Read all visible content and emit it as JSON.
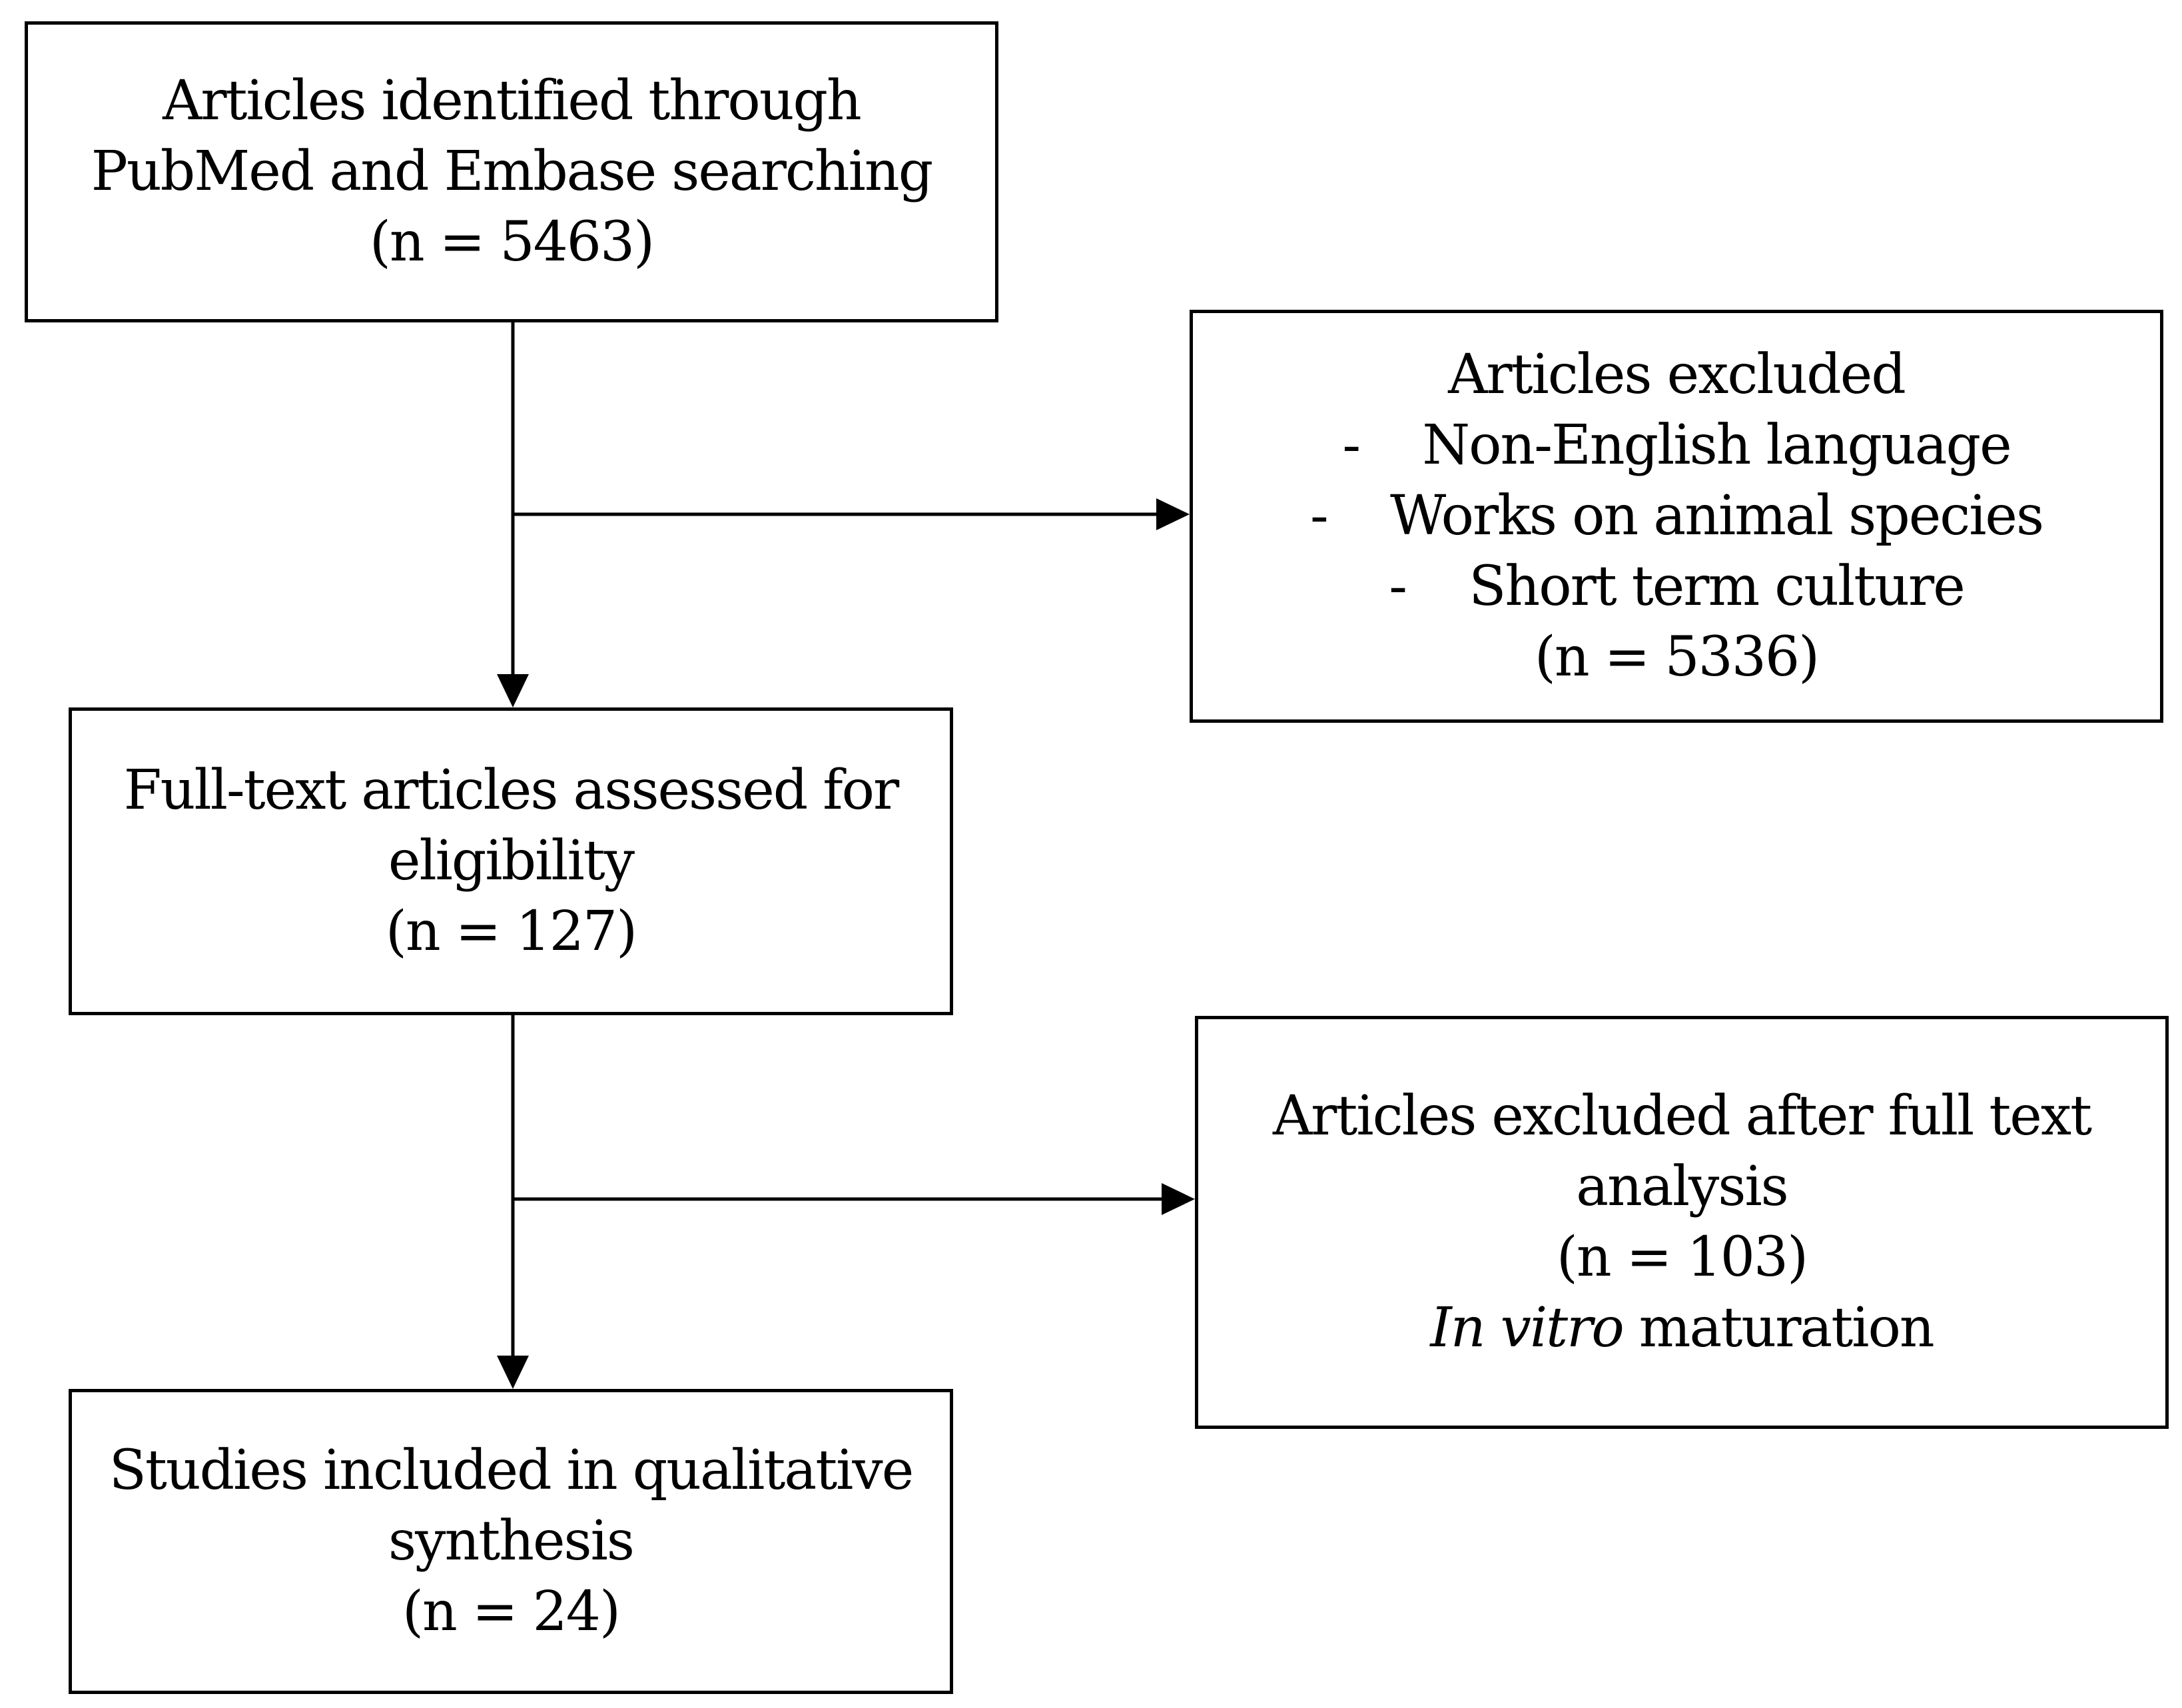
{
  "boxes": {
    "identified": {
      "line1": "Articles identified through",
      "line2": "PubMed and Embase searching",
      "count": "(n = 5463)"
    },
    "excluded_initial": {
      "title": "Articles excluded",
      "bullet_marker": "-",
      "reasons": [
        "Non-English language",
        "Works on animal species",
        "Short term culture"
      ],
      "count": "(n = 5336)"
    },
    "fulltext_assessed": {
      "line1": "Full-text articles assessed for",
      "line2": "eligibility",
      "count": "(n = 127)"
    },
    "excluded_fulltext": {
      "line1": "Articles excluded after full text",
      "line2": "analysis",
      "count": "(n = 103)",
      "reason_italic": "In vitro",
      "reason_rest": "maturation"
    },
    "included": {
      "line1": "Studies included in qualitative",
      "line2": "synthesis",
      "count": "(n = 24)"
    }
  },
  "colors": {
    "stroke": "#000000",
    "background": "#ffffff"
  }
}
